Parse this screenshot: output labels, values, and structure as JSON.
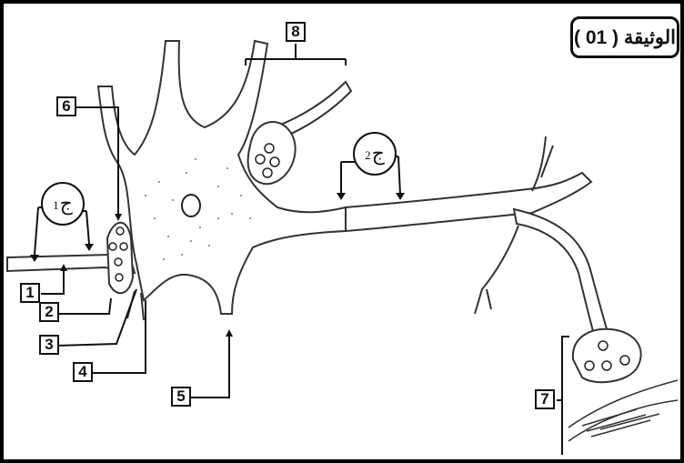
{
  "document": {
    "title": "الوثيقة ( 01 )"
  },
  "labels": {
    "l1": "1",
    "l2": "2",
    "l3": "3",
    "l4": "4",
    "l5": "5",
    "l6": "6",
    "l7": "7",
    "l8": "8"
  },
  "regions": {
    "r1": {
      "letter": "ج",
      "index": "1"
    },
    "r2": {
      "letter": "ج",
      "index": "2"
    }
  }
}
